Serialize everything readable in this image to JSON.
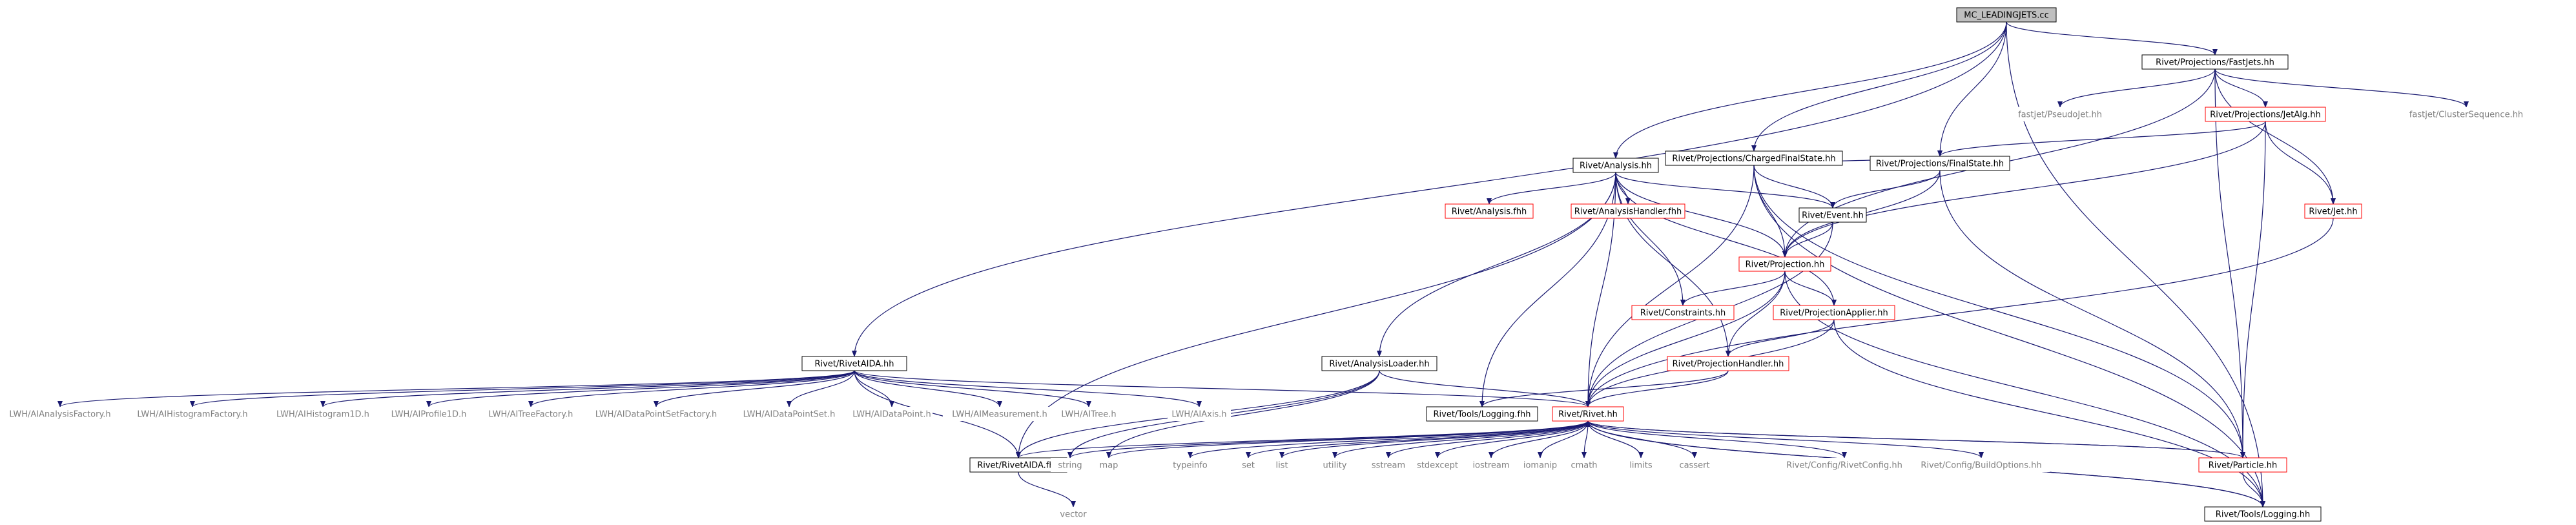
{
  "graph": {
    "nodes": [
      {
        "id": "mc",
        "label": "MC_LEADINGJETS.cc",
        "style": "root"
      },
      {
        "id": "fastjets",
        "label": "Rivet/Projections/FastJets.hh",
        "style": "box"
      },
      {
        "id": "rivetaida",
        "label": "Rivet/RivetAIDA.hh",
        "style": "box"
      },
      {
        "id": "analysis",
        "label": "Rivet/Analysis.hh",
        "style": "box"
      },
      {
        "id": "chargedfs",
        "label": "Rivet/Projections/ChargedFinalState.hh",
        "style": "box"
      },
      {
        "id": "finalstate",
        "label": "Rivet/Projections/FinalState.hh",
        "style": "box"
      },
      {
        "id": "pseudojet",
        "label": "fastjet/PseudoJet.hh",
        "style": "plain"
      },
      {
        "id": "jetalg",
        "label": "Rivet/Projections/JetAlg.hh",
        "style": "red"
      },
      {
        "id": "clusterseq",
        "label": "fastjet/ClusterSequence.hh",
        "style": "plain"
      },
      {
        "id": "jet",
        "label": "Rivet/Jet.hh",
        "style": "red"
      },
      {
        "id": "analysisfhh",
        "label": "Rivet/Analysis.fhh",
        "style": "red"
      },
      {
        "id": "analysishandlerfhh",
        "label": "Rivet/AnalysisHandler.fhh",
        "style": "red"
      },
      {
        "id": "event",
        "label": "Rivet/Event.hh",
        "style": "box"
      },
      {
        "id": "projection",
        "label": "Rivet/Projection.hh",
        "style": "red"
      },
      {
        "id": "constraints",
        "label": "Rivet/Constraints.hh",
        "style": "red"
      },
      {
        "id": "projapplier",
        "label": "Rivet/ProjectionApplier.hh",
        "style": "red"
      },
      {
        "id": "projhandler",
        "label": "Rivet/ProjectionHandler.hh",
        "style": "red"
      },
      {
        "id": "analysisloader",
        "label": "Rivet/AnalysisLoader.hh",
        "style": "box"
      },
      {
        "id": "toolsloggingfhh",
        "label": "Rivet/Tools/Logging.fhh",
        "style": "box"
      },
      {
        "id": "rivethh",
        "label": "Rivet/Rivet.hh",
        "style": "red"
      },
      {
        "id": "lwh_af",
        "label": "LWH/AIAnalysisFactory.h",
        "style": "plain"
      },
      {
        "id": "lwh_hf",
        "label": "LWH/AIHistogramFactory.h",
        "style": "plain"
      },
      {
        "id": "lwh_h1d",
        "label": "LWH/AIHistogram1D.h",
        "style": "plain"
      },
      {
        "id": "lwh_p1d",
        "label": "LWH/AIProfile1D.h",
        "style": "plain"
      },
      {
        "id": "lwh_tf",
        "label": "LWH/AITreeFactory.h",
        "style": "plain"
      },
      {
        "id": "lwh_dpsf",
        "label": "LWH/AIDataPointSetFactory.h",
        "style": "plain"
      },
      {
        "id": "lwh_dps",
        "label": "LWH/AIDataPointSet.h",
        "style": "plain"
      },
      {
        "id": "lwh_dp",
        "label": "LWH/AIDataPoint.h",
        "style": "plain"
      },
      {
        "id": "lwh_meas",
        "label": "LWH/AIMeasurement.h",
        "style": "plain"
      },
      {
        "id": "lwh_tree",
        "label": "LWH/AITree.h",
        "style": "plain"
      },
      {
        "id": "lwh_axis",
        "label": "LWH/AIAxis.h",
        "style": "plain"
      },
      {
        "id": "rivetaidafhh",
        "label": "Rivet/RivetAIDA.fhh",
        "style": "box"
      },
      {
        "id": "string",
        "label": "string",
        "style": "plain"
      },
      {
        "id": "map",
        "label": "map",
        "style": "plain"
      },
      {
        "id": "typeinfo",
        "label": "typeinfo",
        "style": "plain"
      },
      {
        "id": "set",
        "label": "set",
        "style": "plain"
      },
      {
        "id": "list",
        "label": "list",
        "style": "plain"
      },
      {
        "id": "utility",
        "label": "utility",
        "style": "plain"
      },
      {
        "id": "sstream",
        "label": "sstream",
        "style": "plain"
      },
      {
        "id": "stdexcept",
        "label": "stdexcept",
        "style": "plain"
      },
      {
        "id": "iostream",
        "label": "iostream",
        "style": "plain"
      },
      {
        "id": "iomanip",
        "label": "iomanip",
        "style": "plain"
      },
      {
        "id": "cmath",
        "label": "cmath",
        "style": "plain"
      },
      {
        "id": "limits",
        "label": "limits",
        "style": "plain"
      },
      {
        "id": "cassert",
        "label": "cassert",
        "style": "plain"
      },
      {
        "id": "rivetconfig",
        "label": "Rivet/Config/RivetConfig.hh",
        "style": "plain"
      },
      {
        "id": "buildoptions",
        "label": "Rivet/Config/BuildOptions.hh",
        "style": "plain"
      },
      {
        "id": "particle",
        "label": "Rivet/Particle.hh",
        "style": "red"
      },
      {
        "id": "vector",
        "label": "vector",
        "style": "plain"
      },
      {
        "id": "toolslogginghh",
        "label": "Rivet/Tools/Logging.hh",
        "style": "box"
      }
    ],
    "edges": [
      [
        "mc",
        "fastjets"
      ],
      [
        "mc",
        "rivetaida"
      ],
      [
        "mc",
        "analysis"
      ],
      [
        "mc",
        "chargedfs"
      ],
      [
        "mc",
        "finalstate"
      ],
      [
        "mc",
        "toolslogginghh"
      ],
      [
        "fastjets",
        "pseudojet"
      ],
      [
        "fastjets",
        "jetalg"
      ],
      [
        "fastjets",
        "clusterseq"
      ],
      [
        "fastjets",
        "jet"
      ],
      [
        "fastjets",
        "projection"
      ],
      [
        "fastjets",
        "particle"
      ],
      [
        "jetalg",
        "jet"
      ],
      [
        "jetalg",
        "finalstate"
      ],
      [
        "jetalg",
        "projection"
      ],
      [
        "jetalg",
        "particle"
      ],
      [
        "chargedfs",
        "finalstate"
      ],
      [
        "chargedfs",
        "event"
      ],
      [
        "chargedfs",
        "projection"
      ],
      [
        "chargedfs",
        "rivethh"
      ],
      [
        "chargedfs",
        "particle"
      ],
      [
        "chargedfs",
        "toolslogginghh"
      ],
      [
        "finalstate",
        "event"
      ],
      [
        "finalstate",
        "projection"
      ],
      [
        "finalstate",
        "particle"
      ],
      [
        "jet",
        "rivethh"
      ],
      [
        "analysis",
        "analysisfhh"
      ],
      [
        "analysis",
        "analysishandlerfhh"
      ],
      [
        "analysis",
        "event"
      ],
      [
        "analysis",
        "projection"
      ],
      [
        "analysis",
        "constraints"
      ],
      [
        "analysis",
        "projapplier"
      ],
      [
        "analysis",
        "projhandler"
      ],
      [
        "analysis",
        "analysisloader"
      ],
      [
        "analysis",
        "toolsloggingfhh"
      ],
      [
        "analysis",
        "rivetaidafhh"
      ],
      [
        "analysis",
        "rivethh"
      ],
      [
        "event",
        "projection"
      ],
      [
        "event",
        "rivethh"
      ],
      [
        "projection",
        "constraints"
      ],
      [
        "projection",
        "projapplier"
      ],
      [
        "projection",
        "projhandler"
      ],
      [
        "projection",
        "rivethh"
      ],
      [
        "projection",
        "toolslogginghh"
      ],
      [
        "projapplier",
        "projhandler"
      ],
      [
        "projapplier",
        "rivethh"
      ],
      [
        "projapplier",
        "toolslogginghh"
      ],
      [
        "projhandler",
        "rivethh"
      ],
      [
        "projhandler",
        "toolsloggingfhh"
      ],
      [
        "analysisloader",
        "rivethh"
      ],
      [
        "analysisloader",
        "rivetaidafhh"
      ],
      [
        "analysisloader",
        "string"
      ],
      [
        "analysisloader",
        "map"
      ],
      [
        "rivetaida",
        "lwh_af"
      ],
      [
        "rivetaida",
        "lwh_hf"
      ],
      [
        "rivetaida",
        "lwh_h1d"
      ],
      [
        "rivetaida",
        "lwh_p1d"
      ],
      [
        "rivetaida",
        "lwh_tf"
      ],
      [
        "rivetaida",
        "lwh_dpsf"
      ],
      [
        "rivetaida",
        "lwh_dps"
      ],
      [
        "rivetaida",
        "lwh_dp"
      ],
      [
        "rivetaida",
        "lwh_meas"
      ],
      [
        "rivetaida",
        "lwh_tree"
      ],
      [
        "rivetaida",
        "lwh_axis"
      ],
      [
        "rivetaida",
        "rivetaidafhh"
      ],
      [
        "rivetaida",
        "rivethh"
      ],
      [
        "rivethh",
        "rivetaidafhh"
      ],
      [
        "rivethh",
        "string"
      ],
      [
        "rivethh",
        "map"
      ],
      [
        "rivethh",
        "typeinfo"
      ],
      [
        "rivethh",
        "set"
      ],
      [
        "rivethh",
        "list"
      ],
      [
        "rivethh",
        "utility"
      ],
      [
        "rivethh",
        "sstream"
      ],
      [
        "rivethh",
        "stdexcept"
      ],
      [
        "rivethh",
        "iostream"
      ],
      [
        "rivethh",
        "iomanip"
      ],
      [
        "rivethh",
        "cmath"
      ],
      [
        "rivethh",
        "limits"
      ],
      [
        "rivethh",
        "cassert"
      ],
      [
        "rivethh",
        "rivetconfig"
      ],
      [
        "rivethh",
        "buildoptions"
      ],
      [
        "rivethh",
        "particle"
      ],
      [
        "rivethh",
        "toolslogginghh"
      ],
      [
        "rivetaidafhh",
        "vector"
      ],
      [
        "particle",
        "rivethh"
      ],
      [
        "particle",
        "toolslogginghh"
      ],
      [
        "toolslogginghh",
        "rivethh"
      ]
    ]
  },
  "colors": {
    "edge": "#191970",
    "node_border": "#000000",
    "node_border_red": "#ff0000",
    "plain_text": "#808080",
    "text": "#000000",
    "root_fill": "#bfbfbf"
  }
}
